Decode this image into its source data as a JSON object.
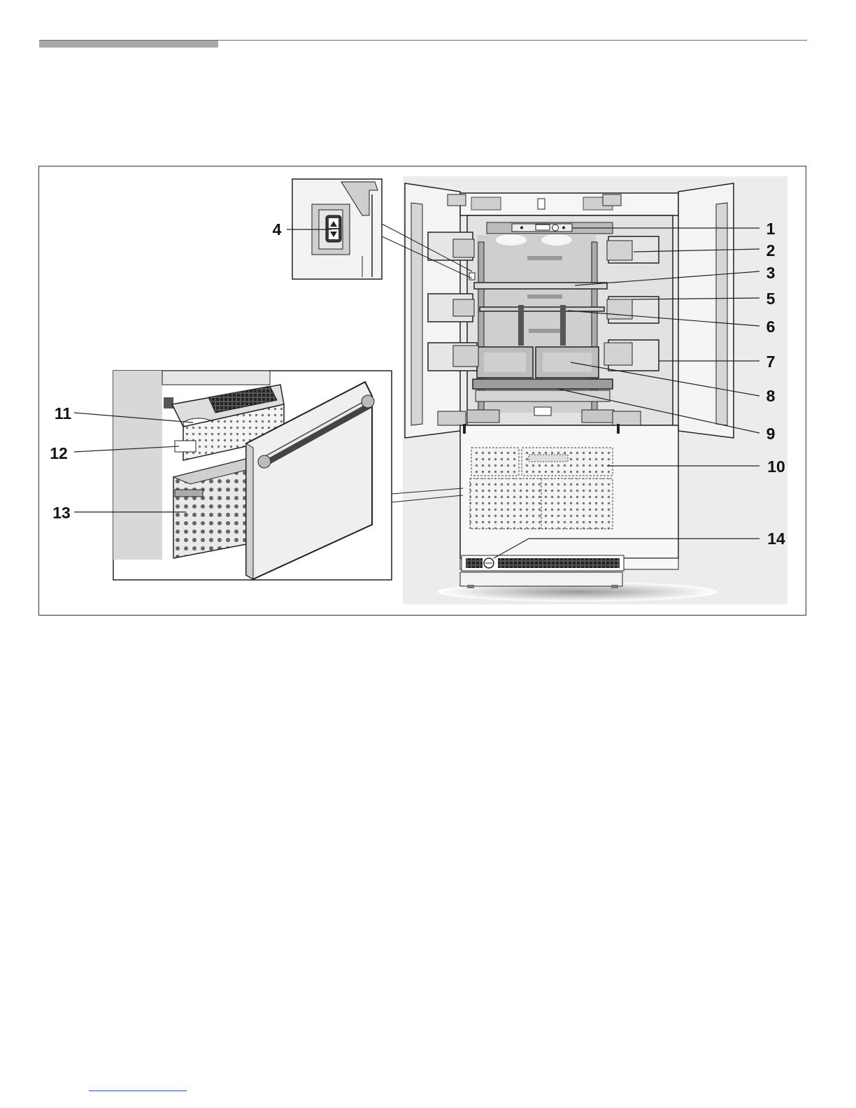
{
  "diagram": {
    "callouts": [
      {
        "id": "c1",
        "label": "1"
      },
      {
        "id": "c2",
        "label": "2"
      },
      {
        "id": "c3",
        "label": "3"
      },
      {
        "id": "c4",
        "label": "4"
      },
      {
        "id": "c5",
        "label": "5"
      },
      {
        "id": "c6",
        "label": "6"
      },
      {
        "id": "c7",
        "label": "7"
      },
      {
        "id": "c8",
        "label": "8"
      },
      {
        "id": "c9",
        "label": "9"
      },
      {
        "id": "c10",
        "label": "10"
      },
      {
        "id": "c11",
        "label": "11"
      },
      {
        "id": "c12",
        "label": "12"
      },
      {
        "id": "c13",
        "label": "13"
      },
      {
        "id": "c14",
        "label": "14"
      }
    ]
  },
  "colors": {
    "line": "#222222",
    "panel_bg": "#f1f1f1",
    "surface": "#e4e4e4",
    "shadow": "#bdbdbd"
  }
}
